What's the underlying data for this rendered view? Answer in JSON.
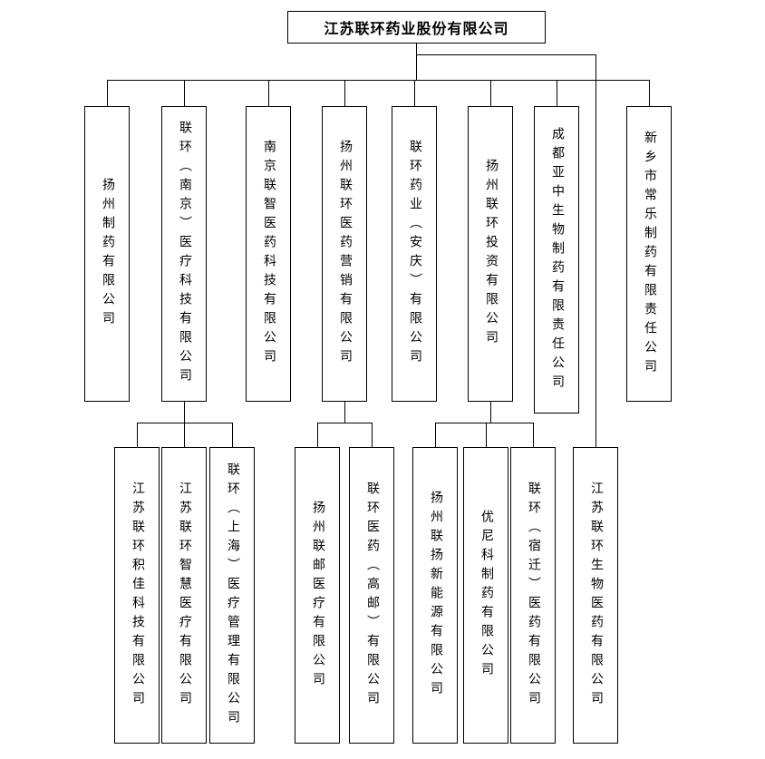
{
  "org": {
    "root": "江苏联环药业股份有限公司",
    "level1": [
      "扬州制药有限公司",
      "联环（南京）医疗科技有限公司",
      "南京联智医药科技有限公司",
      "扬州联环医药营销有限公司",
      "联环药业（安庆）有限公司",
      "扬州联环投资有限公司",
      "成都亚中生物制药有限责任公司",
      "新乡市常乐制药有限责任公司"
    ],
    "level2": [
      "江苏联环积佳科技有限公司",
      "江苏联环智慧医疗有限公司",
      "联环（上海）医疗管理有限公司",
      "扬州联邮医疗有限公司",
      "联环医药（高邮）有限公司",
      "扬州联扬新能源有限公司",
      "优尼科制药有限公司",
      "联环（宿迁）医药有限公司",
      "江苏联环生物医药有限公司"
    ]
  },
  "colors": {
    "background": "#ffffff",
    "line": "#000000",
    "border": "#000000",
    "text": "#000000"
  }
}
